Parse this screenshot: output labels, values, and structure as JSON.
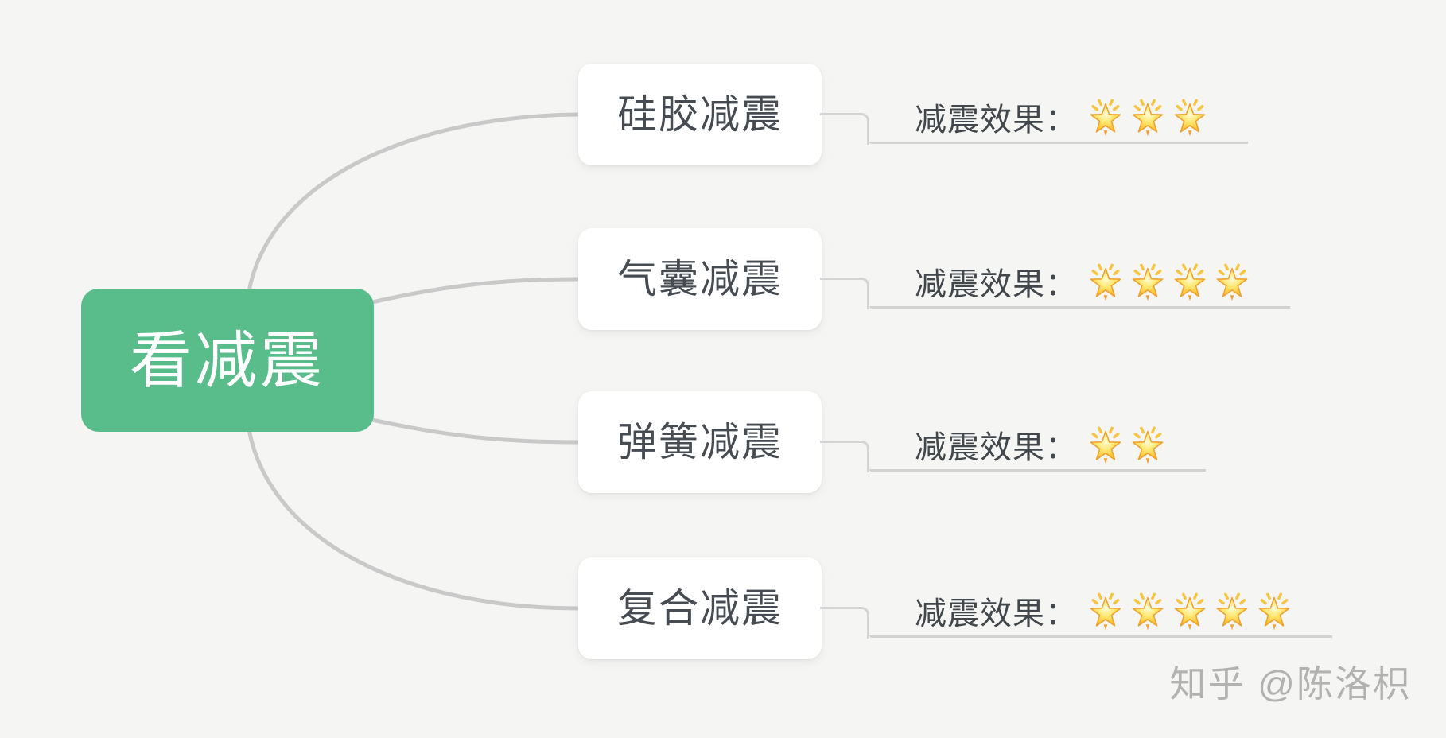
{
  "canvas": {
    "background_color": "#f5f5f3"
  },
  "root": {
    "label": "看减震",
    "bg_color": "#58bd8b",
    "text_color": "#ffffff"
  },
  "branches": [
    {
      "label": "硅胶减震",
      "leaf": {
        "label": "减震效果：",
        "stars": 3
      }
    },
    {
      "label": "气囊减震",
      "leaf": {
        "label": "减震效果：",
        "stars": 4
      }
    },
    {
      "label": "弹簧减震",
      "leaf": {
        "label": "减震效果：",
        "stars": 2
      }
    },
    {
      "label": "复合减震",
      "leaf": {
        "label": "减震效果：",
        "stars": 5
      }
    }
  ],
  "icons": {
    "star": "glowing-star-icon"
  },
  "colors": {
    "branch_curve": "#c9c9c9",
    "elbow_connector": "#d4d4d4",
    "branch_text": "#474c52",
    "leaf_text": "#42474c",
    "star_gold": "#f8b500",
    "watermark_text": "#b2b2b2"
  },
  "watermark": {
    "label": "知乎 @陈洛枳"
  }
}
